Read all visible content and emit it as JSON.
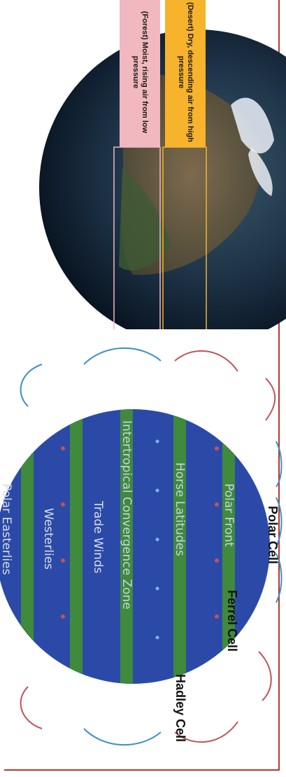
{
  "callouts": {
    "desert": "(Desert) Dry, descending air from high pressure",
    "forest": "(Forest) Moist, rising air from low pressure"
  },
  "cells": {
    "polar": "Polar Cell",
    "ferrel": "Ferrel Cell",
    "hadley": "Hadley Cell"
  },
  "bands": {
    "polar_front": "Polar Front",
    "horse_latitudes": "Horse Latitudes",
    "itcz": "Intertropical Convergence Zone",
    "trade_winds": "Trade Winds",
    "westerlies": "Westerlies",
    "polar_easterlies": "Polar Easterlies"
  },
  "colors": {
    "frame": "#b23a2e",
    "globe_blue": "#2b4aa8",
    "band_green": "#3f8a3c",
    "cell_red": "#c0525a",
    "cell_blue": "#3a8fc6",
    "desert": "#f7b32b",
    "forest": "#f2b8bf"
  }
}
